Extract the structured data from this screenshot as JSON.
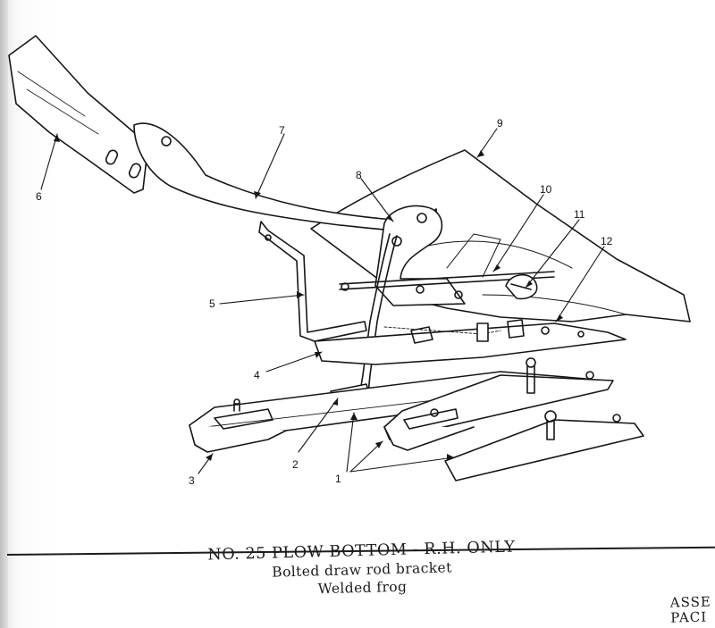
{
  "caption": {
    "title": "NO. 25 PLOW BOTTOM - R.H. ONLY",
    "line1": "Bolted draw rod bracket",
    "line2": "Welded frog"
  },
  "corner_text": [
    "ASSE",
    "PACI"
  ],
  "callouts": [
    "1",
    "2",
    "3",
    "4",
    "5",
    "6",
    "7",
    "8",
    "9",
    "10",
    "11",
    "12"
  ]
}
